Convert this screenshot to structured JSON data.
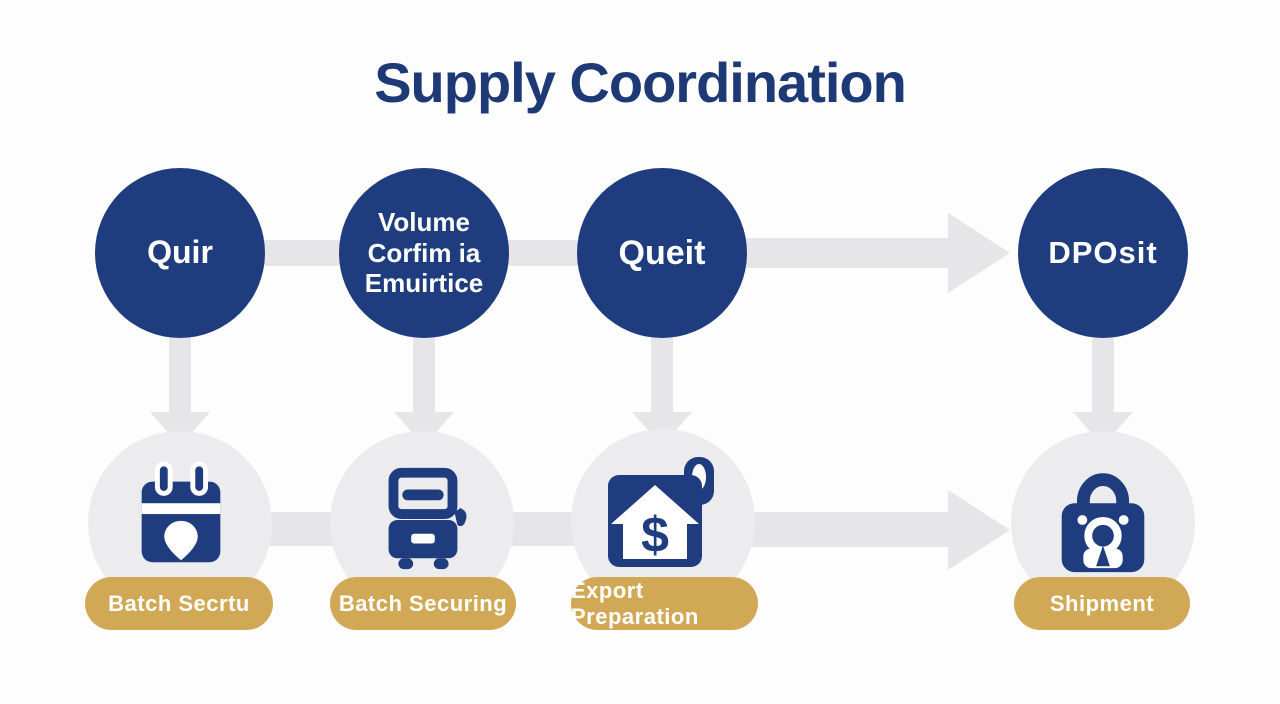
{
  "title": "Supply Coordination",
  "palette": {
    "navy": "#1f3d7e",
    "title_navy": "#1e3a76",
    "arrow_gray": "#e6e6e8",
    "icon_circle_gray": "#ececee",
    "gold": "#d1a956",
    "text_white": "#ffffff",
    "background": "#fdfdfd"
  },
  "stages": [
    {
      "circle_label": "Quir",
      "icon": "calendar-pin-icon",
      "tag_label": "Batch Secrtu"
    },
    {
      "circle_label": "Volume\nCorfim ia\nEmuirtice",
      "icon": "delivery-truck-icon",
      "tag_label": "Batch Securing"
    },
    {
      "circle_label": "Queit",
      "icon": "house-dollar-tag-icon",
      "tag_label": "Export Preparation"
    },
    {
      "circle_label": "DPOsit",
      "icon": "lock-bag-icon",
      "tag_label": "Shipment"
    }
  ]
}
